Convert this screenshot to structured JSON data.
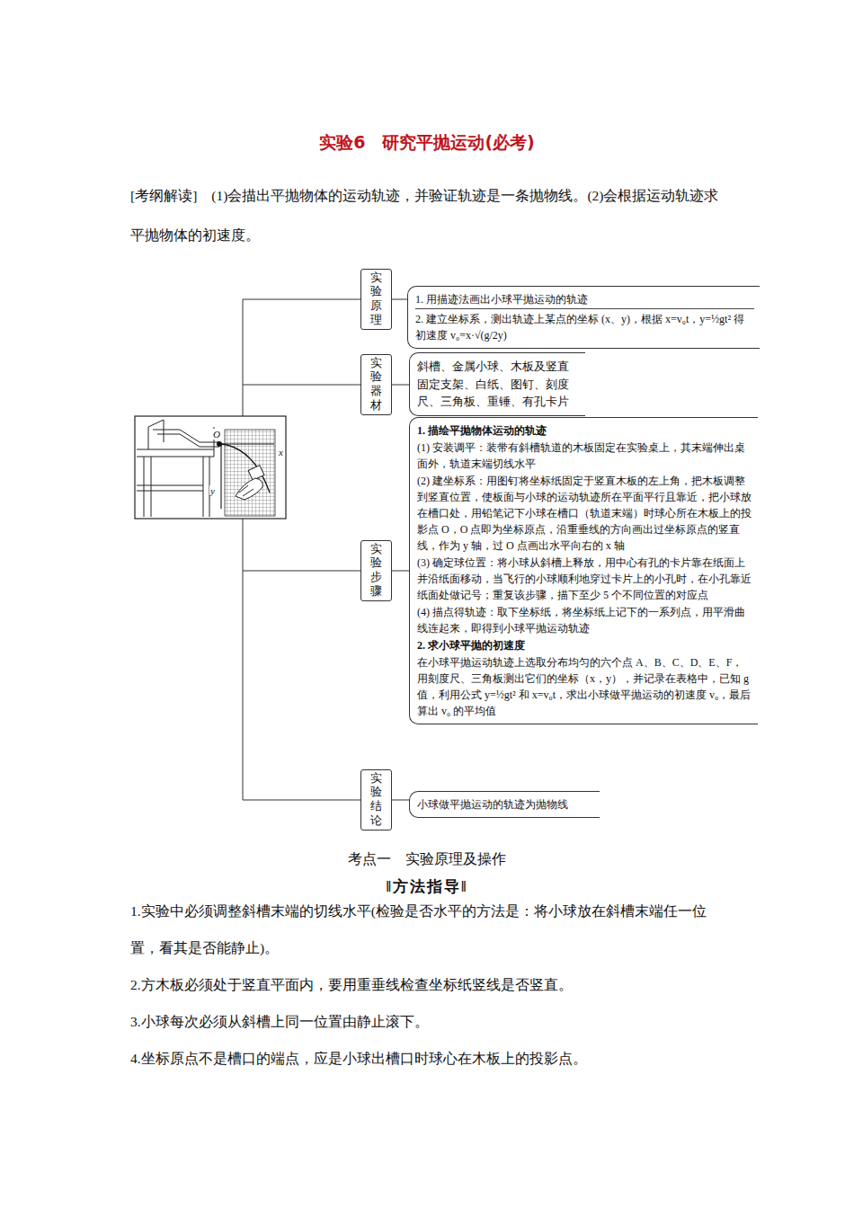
{
  "diagram": {
    "title": "实验6　研究平抛运动(必考)",
    "nodes": [
      {
        "text": [
          "实验 原理"
        ]
      },
      {
        "text": [
          "1. 用描迹法画出小球平抛运动的轨迹",
          "2. 建立坐标系，测出轨迹上某点的坐标 (x、y)，根据 x=v₀t，y=½gt² 得初速度 v₀=x·√(g/2y)"
        ]
      },
      {
        "text": [
          "实验 器材"
        ]
      },
      {
        "text": [
          "斜槽、金属小球、木板及竖直固定支架、白纸、图钉、刻度尺、三角板、重锤、有孔卡片"
        ]
      },
      {
        "text": [
          "实验 步骤"
        ]
      },
      {
        "text": [
          "1. 描绘平抛物体运动的轨迹",
          "(1) 安装调平：装带有斜槽轨道的木板固定在实验桌上，其末端伸出桌面外，轨道末端切线水平",
          "(2) 建坐标系：用图钉将坐标纸固定于竖直木板的左上角，把木板调整到竖直位置，使板面与小球的运动轨迹所在平面平行且靠近，把小球放在槽口处，用铅笔记下小球在槽口（轨道末端）时球心所在木板上的投影点 O，O 点即为坐标原点，沿重垂线的方向画出过坐标原点的竖直线，作为 y 轴，过 O 点画出水平向右的 x 轴",
          "(3) 确定球位置：将小球从斜槽上释放，用中心有孔的卡片靠在纸面上并沿纸面移动，当飞行的小球顺利地穿过卡片上的小孔时，在小孔靠近纸面处做记号；重复该步骤，描下至少 5 个不同位置的对应点",
          "(4) 描点得轨迹：取下坐标纸，将坐标纸上记下的一系列点，用平滑曲线连起来，即得到小球平抛运动轨迹",
          "2. 求小球平抛的初速度",
          "在小球平抛运动轨迹上选取分布均匀的六个点 A、B、C、D、E、F，用刻度尺、三角板测出它们的坐标（x，y），并记录在表格中，已知 g 值，利用公式 y=½gt² 和 x=v₀t，求出小球做平抛运动的初速度 v₀，最后算出 v₀ 的平均值"
        ]
      },
      {
        "text": [
          "实验 结论"
        ]
      },
      {
        "text": [
          "小球做平抛运动的轨迹为抛物线"
        ]
      }
    ],
    "edges": [
      {
        "from": 0,
        "to": 1,
        "arrow": "none"
      },
      {
        "from": 2,
        "to": 3,
        "arrow": "none"
      },
      {
        "from": 4,
        "to": 5,
        "arrow": "none"
      },
      {
        "from": 6,
        "to": 7,
        "arrow": "none"
      }
    ],
    "labels": [
      "[考纲解读]　(1)会描出平抛物体的运动轨迹，并验证轨迹是一条抛物线。(2)会根据运动轨迹求平抛物体的初速度。",
      "O",
      "x",
      "y",
      "考点一　实验原理及操作",
      "‖方法指导‖",
      "1.实验中必须调整斜槽末端的切线水平(检验是否水平的方法是：将小球放在斜槽末端任一位置，看其是否能静止)。",
      "2.方木板必须处于竖直平面内，要用重垂线检查坐标纸竖线是否竖直。",
      "3.小球每次必须从斜槽上同一位置由静止滚下。",
      "4.坐标原点不是槽口的端点，应是小球出槽口时球心在木板上的投影点。"
    ]
  }
}
